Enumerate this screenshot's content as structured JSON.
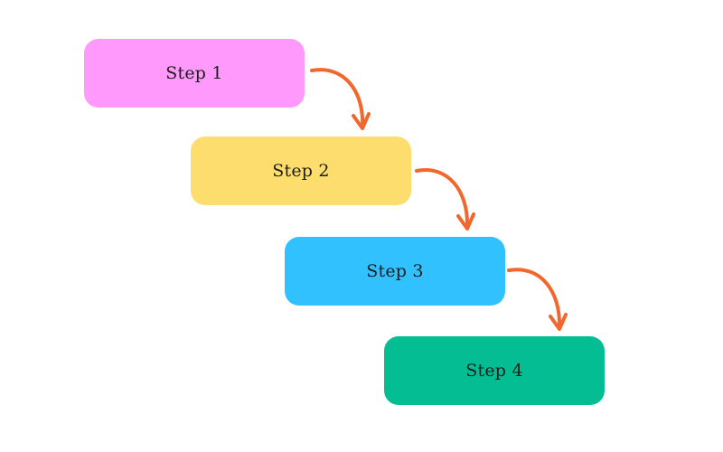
{
  "diagram": {
    "steps": [
      {
        "label": "Step 1",
        "color": "#ff99fb"
      },
      {
        "label": "Step 2",
        "color": "#fedd6f"
      },
      {
        "label": "Step 3",
        "color": "#31c1fe"
      },
      {
        "label": "Step 4",
        "color": "#04bd93"
      }
    ],
    "arrow_color": "#f2672d"
  }
}
